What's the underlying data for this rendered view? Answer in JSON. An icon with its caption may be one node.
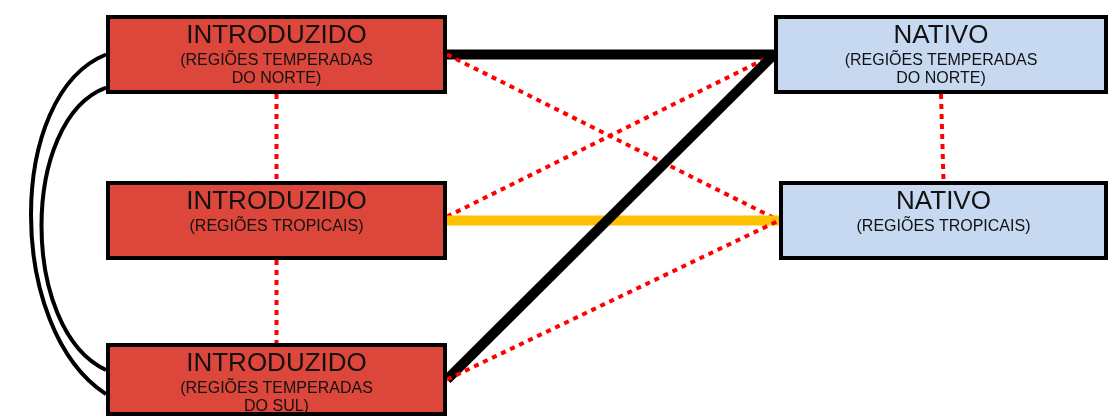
{
  "diagram": {
    "nodes": [
      {
        "text": [
          "INTRODUZIDO",
          "(REGIÕES TEMPERADAS DO NORTE)"
        ]
      },
      {
        "text": [
          "INTRODUZIDO",
          "(REGIÕES TROPICAIS)"
        ]
      },
      {
        "text": [
          "INTRODUZIDO",
          "(REGIÕES TEMPERADAS DO SUL)"
        ]
      },
      {
        "text": [
          "NATIVO",
          "(REGIÕES TEMPERADAS DO NORTE)"
        ]
      },
      {
        "text": [
          "NATIVO",
          "(REGIÕES TROPICAIS)"
        ]
      }
    ],
    "edges": [
      {
        "from": 0,
        "to": 2,
        "arrow": "none",
        "color": "#000000"
      },
      {
        "from": 0,
        "to": 2,
        "arrow": "none",
        "color": "#000000"
      },
      {
        "from": 0,
        "to": 3,
        "arrow": "none",
        "style": "thick",
        "color": "#000000"
      },
      {
        "from": 0,
        "to": 1,
        "arrow": "none",
        "style": "dashed"
      },
      {
        "from": 0,
        "to": 4,
        "arrow": "none",
        "style": "dashed"
      },
      {
        "from": 1,
        "to": 3,
        "arrow": "none",
        "style": "dashed"
      },
      {
        "from": 1,
        "to": 4,
        "arrow": "none",
        "style": "thick",
        "color": "#ffc000"
      },
      {
        "from": 1,
        "to": 2,
        "arrow": "none",
        "style": "dashed"
      },
      {
        "from": 2,
        "to": 3,
        "arrow": "none",
        "style": "thick",
        "color": "#000000"
      },
      {
        "from": 2,
        "to": 4,
        "arrow": "none",
        "style": "dashed"
      },
      {
        "from": 3,
        "to": 4,
        "arrow": "none",
        "style": "dashed"
      }
    ]
  }
}
